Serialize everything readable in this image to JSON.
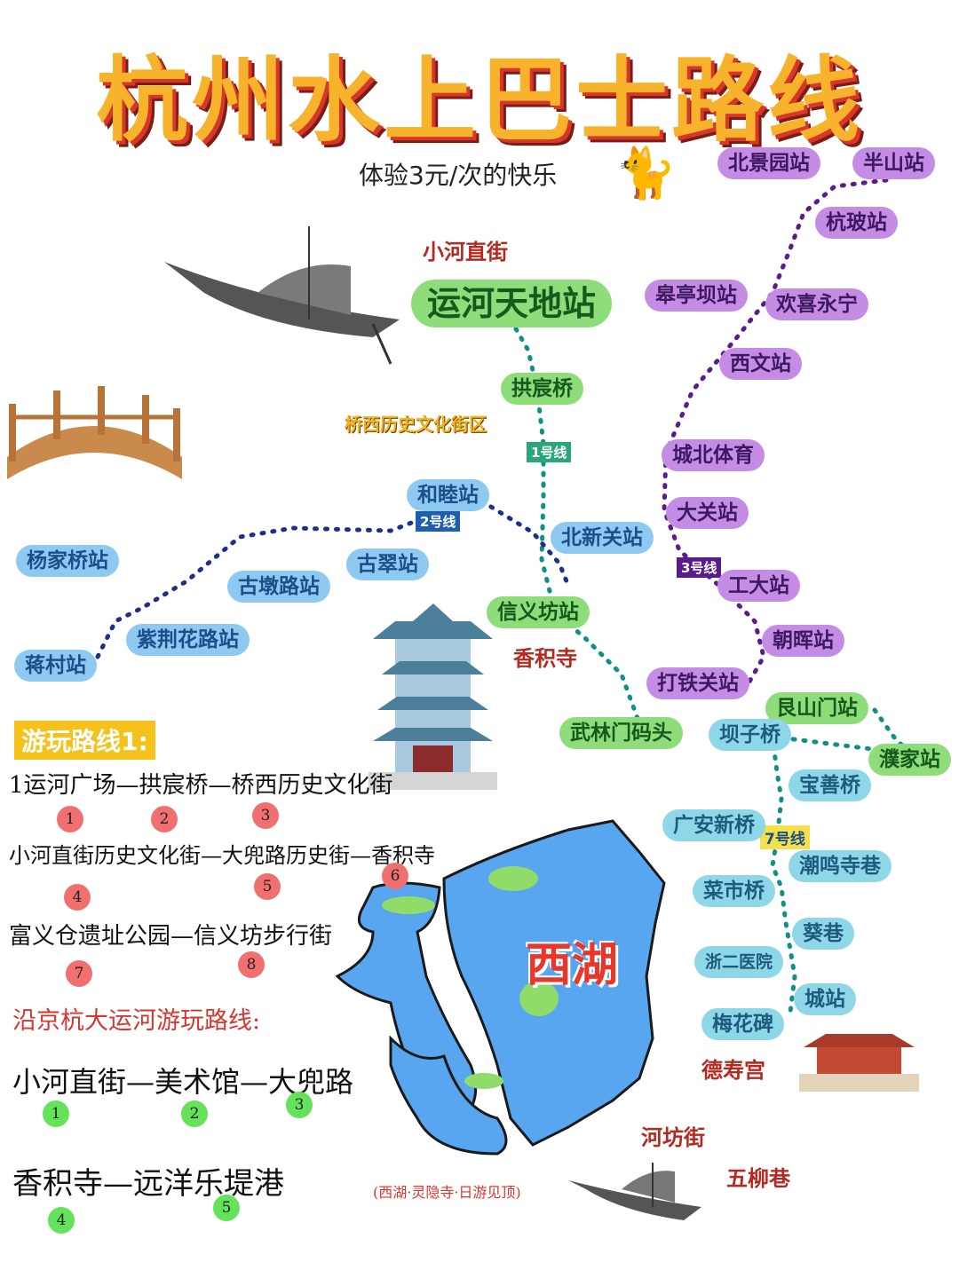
{
  "title": "杭州水上巴士路线",
  "subtitle": "体验3元/次的快乐",
  "lines": {
    "line1": "1号线",
    "line2": "2号线",
    "line3": "3号线",
    "line7": "7号线"
  },
  "stations": {
    "line1": [
      "运河天地站",
      "拱宸桥",
      "北新关站",
      "信义坊站",
      "武林门码头"
    ],
    "line2": [
      "和睦站",
      "古翠站",
      "古墩路站",
      "杨家桥站",
      "紫荆花路站",
      "蒋村站"
    ],
    "line3": [
      "北景园站",
      "半山站",
      "杭玻站",
      "皋亭坝站",
      "欢喜永宁",
      "西文站",
      "城北体育",
      "大关站",
      "工大站",
      "朝晖站",
      "打铁关站"
    ],
    "line7": [
      "艮山门站",
      "濮家站",
      "坝子桥",
      "宝善桥",
      "广安新桥",
      "潮鸣寺巷",
      "菜市桥",
      "葵巷",
      "浙二医院",
      "城站",
      "梅花碑"
    ]
  },
  "places": {
    "xiaohe": "小河直街",
    "qiaoxi": "桥西历史文化街区",
    "xiangji": "香积寺",
    "xihu": "西湖",
    "deshou": "德寿宫",
    "hefang": "河坊街",
    "wuliu": "五柳巷"
  },
  "route1": {
    "heading": "游玩路线1:",
    "line_a": "1运河广场—拱宸桥—桥西历史文化街",
    "line_b": "小河直街历史文化街—大兜路历史街—香积寺",
    "line_c": "富义仓遗址公园—信义坊步行街",
    "nums": [
      "1",
      "2",
      "3",
      "4",
      "5",
      "6",
      "7",
      "8"
    ]
  },
  "route2": {
    "heading": "沿京杭大运河游玩路线:",
    "line_a": "小河直街—美术馆—大兜路",
    "line_b": "香积寺—远洋乐堤港",
    "nums": [
      "1",
      "2",
      "3",
      "4",
      "5"
    ]
  },
  "note": "(西湖·灵隐寺·日游见顶)",
  "colors": {
    "line1": "#0f8f86",
    "line2": "#1e2e8a",
    "line3": "#5a1b8c",
    "line7": "#0f8f86",
    "lake": "#58a6f0"
  }
}
